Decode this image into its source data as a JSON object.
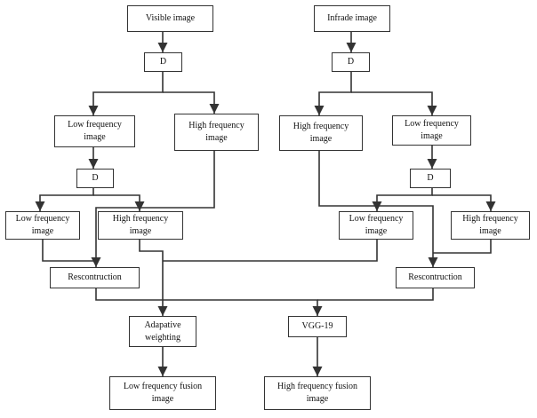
{
  "colors": {
    "line": "#333333",
    "box_border": "#333333",
    "text": "#111111",
    "background": "#ffffff"
  },
  "nodes": {
    "visible": "Visible image",
    "infrared": "Infrade image",
    "d_left": "D",
    "d_right": "D",
    "d_left2": "D",
    "d_right2": "D",
    "lf_left": "Low frequency\nimage",
    "hf_left": "High frequency\nimage",
    "hf_right": "High frequency\nimage",
    "lf_right": "Low frequency\nimage",
    "lf_left2": "Low frequency\nimage",
    "hf_left2": "High frequency\nimage",
    "lf_right2": "Low frequency\nimage",
    "hf_right2": "High frequency\nimage",
    "recon_left": "Rescontruction",
    "recon_right": "Rescontruction",
    "adaptive": "Adapative\nweighting",
    "vgg": "VGG-19",
    "lf_fusion": "Low frequency fusion\nimage",
    "hf_fusion": "High frequency fusion\nimage"
  }
}
